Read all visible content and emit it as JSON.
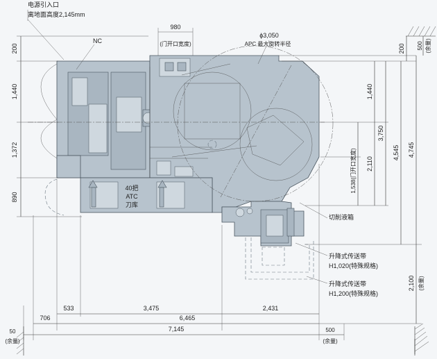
{
  "labels": {
    "power_entry": "电源引入口",
    "power_height": "离地面高度2,145mm",
    "nc": "NC",
    "door_width_top": "980",
    "door_width_top_note": "(门开口宽度)",
    "apc_diameter": "ϕ3,050",
    "apc_note": "APC 最大旋转半径",
    "atc_line1": "40把",
    "atc_line2": "ATC",
    "atc_line3": "刀库",
    "coolant_tank": "切削液箱",
    "conveyor1_line1": "升降式传送带",
    "conveyor1_line2": "H1,020(特殊规格)",
    "conveyor2_line1": "升降式传送带",
    "conveyor2_line2": "H1,200(特殊规格)",
    "door_width_side": "1,538(门开口宽度)"
  },
  "dimensions": {
    "left": [
      "200",
      "1,440",
      "1,372",
      "890"
    ],
    "right_inner": [
      "1,440",
      "2,110"
    ],
    "right_mid": "3,750",
    "right_outer1": "4,545",
    "right_outer2": "4,745",
    "right_top": "200",
    "right_margin_top": "500",
    "right_margin_top_note": "(余量)",
    "right_margin_bottom": "2,100",
    "right_margin_bottom_note": "(余量)",
    "bottom_row1": [
      "533",
      "3,475",
      "2,431"
    ],
    "bottom_row2_left": "706",
    "bottom_row2": "6,465",
    "bottom_total": "7,145",
    "bottom_left_margin": "50",
    "bottom_left_margin_note": "(余量)",
    "bottom_right_margin": "500",
    "bottom_right_margin_note": "(余量)"
  }
}
